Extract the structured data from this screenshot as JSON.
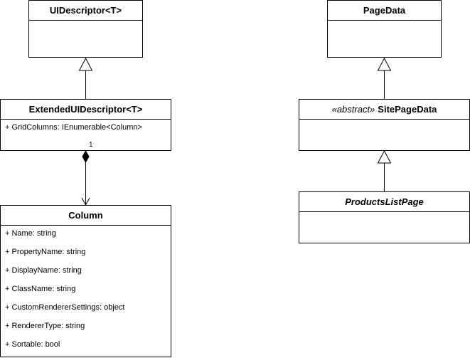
{
  "classes": {
    "ui_descriptor": {
      "name": "UIDescriptor<T>",
      "attributes": []
    },
    "extended_ui_descriptor": {
      "name": "ExtendedUIDescriptor<T>",
      "attributes": [
        "+ GridColumns: IEnumerable<Column>"
      ]
    },
    "column": {
      "name": "Column",
      "attributes": [
        "+ Name: string",
        "+ PropertyName: string",
        "+ DisplayName: string",
        "+ ClassName: string",
        "+ CustomRendererSettings: object",
        "+ RendererType: string",
        "+ Sortable: bool"
      ]
    },
    "page_data": {
      "name": "PageData",
      "attributes": []
    },
    "site_page_data": {
      "stereotype": "«abstract»",
      "name": "SitePageData",
      "attributes": []
    },
    "products_list_page": {
      "name": "ProductsListPage",
      "attributes": []
    }
  },
  "relations": {
    "composition_multiplicity": "1"
  }
}
